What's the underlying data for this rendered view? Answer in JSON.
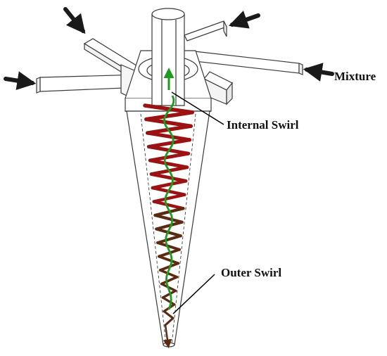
{
  "labels": {
    "mixture": "Mixture",
    "internal_swirl": "Internal Swirl",
    "outer_swirl": "Outer Swirl"
  },
  "colors": {
    "outline": "#3a3a3a",
    "arrow": "#1a1a1a",
    "outer_swirl": "#9a1212",
    "outer_swirl_dark": "#5a2a12",
    "internal_swirl": "#1e9a1e",
    "leader_line": "#000000"
  }
}
